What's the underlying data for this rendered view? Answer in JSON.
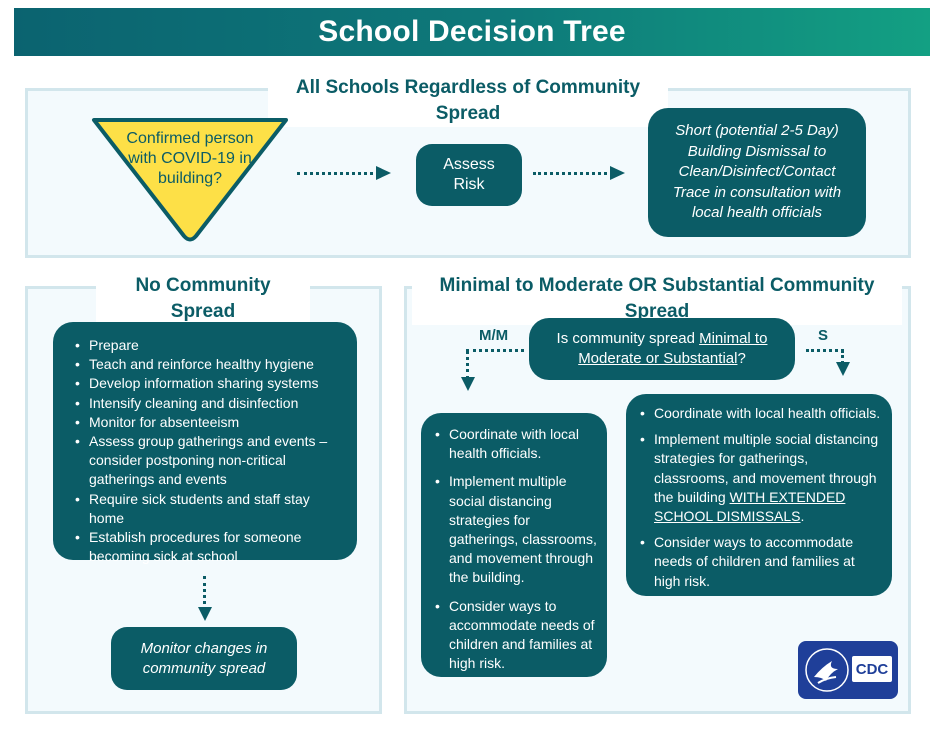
{
  "header": {
    "title": "School Decision Tree"
  },
  "top_panel": {
    "title": "All Schools Regardless of Community Spread",
    "triangle_text": "Confirmed person with COVID-19 in building?",
    "assess_box": "Assess Risk",
    "outcome_box": "Short (potential 2-5 Day) Building Dismissal to Clean/Disinfect/Contact Trace in consultation with local health officials"
  },
  "left_panel": {
    "title": "No Community Spread",
    "bullets": [
      "Prepare",
      "Teach and reinforce healthy hygiene",
      "Develop information sharing systems",
      "Intensify cleaning and disinfection",
      "Monitor for absenteeism",
      "Assess group gatherings and events – consider postponing non-critical gatherings and events",
      "Require sick students and staff stay home",
      "Establish procedures for someone becoming sick at school"
    ],
    "monitor_box": "Monitor changes in community spread"
  },
  "right_panel": {
    "title": "Minimal to Moderate OR Substantial Community Spread",
    "question_prefix": "Is community spread ",
    "question_underlined": "Minimal to Moderate or Substantial",
    "question_suffix": "?",
    "branch_left_label": "M/M",
    "branch_right_label": "S",
    "mm_bullets": [
      "Coordinate with local health officials.",
      "Implement multiple social distancing strategies for gatherings, classrooms, and movement through the building.",
      "Consider ways to accommodate needs of children and families at high risk."
    ],
    "s_bullets": {
      "b1": "Coordinate with local health officials.",
      "b2_text": "Implement multiple social distancing strategies for gatherings, classrooms, and movement through the building ",
      "b2_underlined": "WITH EXTENDED SCHOOL DISMISSALS",
      "b2_end": ".",
      "b3": "Consider ways to accommodate needs of children and families at high risk."
    }
  },
  "logo": {
    "text": "CDC"
  },
  "colors": {
    "teal": "#0b5c66",
    "yellow": "#fde047",
    "panel_bg": "#f3fafd",
    "panel_border": "#d2e6ec"
  }
}
